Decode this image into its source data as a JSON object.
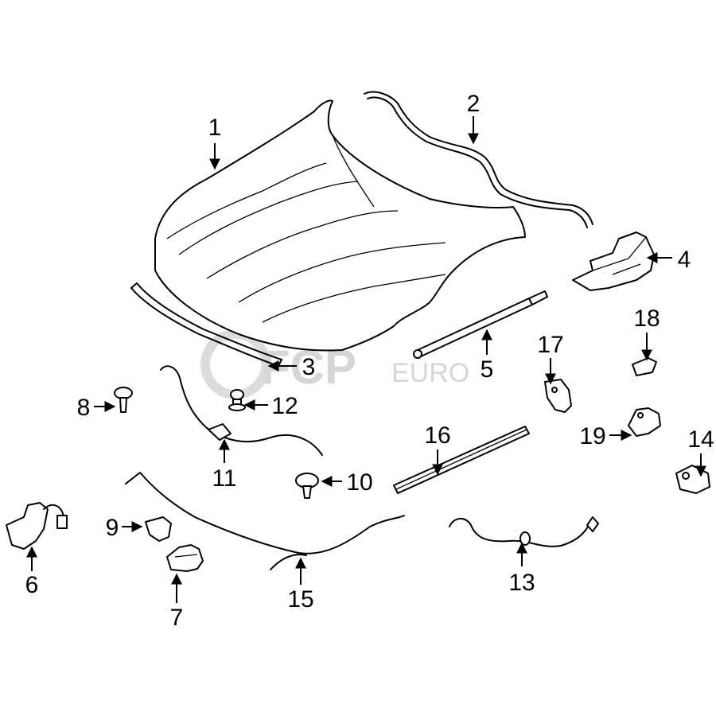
{
  "diagram": {
    "watermark": {
      "brand": "FCP",
      "suffix": "EURO"
    },
    "callouts": [
      "1",
      "2",
      "3",
      "4",
      "5",
      "6",
      "7",
      "8",
      "9",
      "10",
      "11",
      "12",
      "13",
      "14",
      "15",
      "16",
      "17",
      "18",
      "19"
    ]
  }
}
